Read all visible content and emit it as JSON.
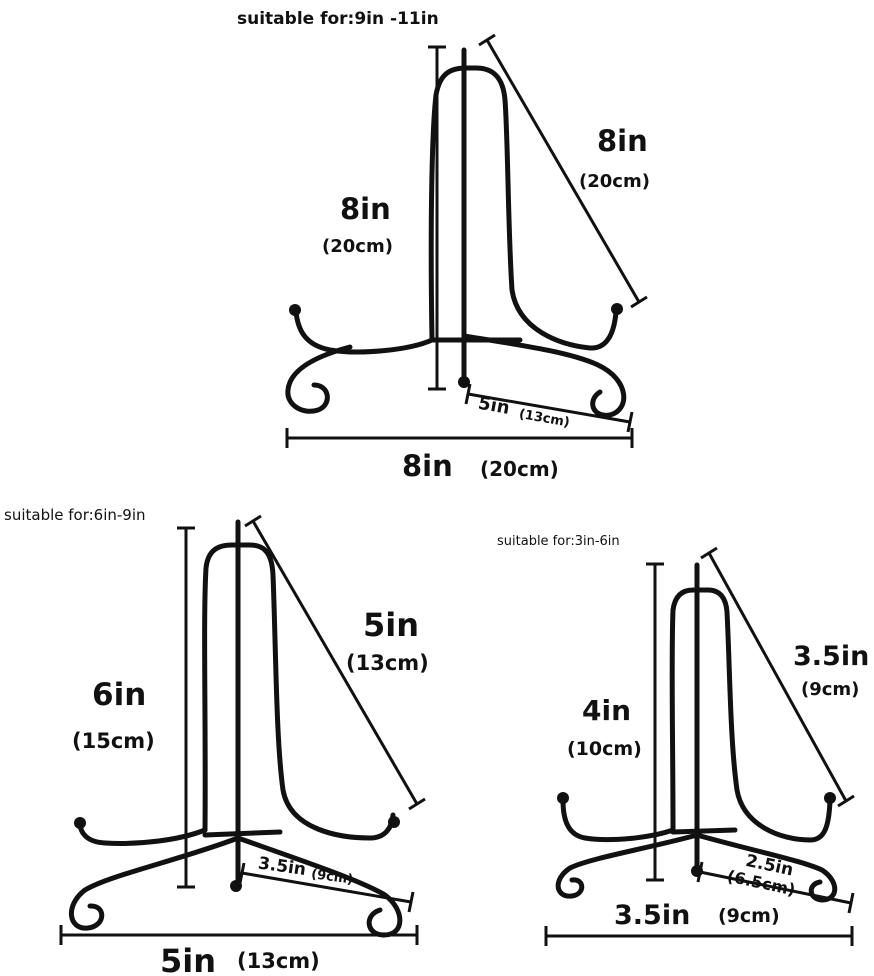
{
  "large": {
    "suitable": "suitable for:9in -11in",
    "height_in": "8in",
    "height_cm": "(20cm)",
    "back_in": "8in",
    "back_cm": "(20cm)",
    "depth_in": "5in",
    "depth_cm": "(13cm)",
    "width_in": "8in",
    "width_cm": "(20cm)"
  },
  "medium": {
    "suitable": "suitable for:6in-9in",
    "height_in": "6in",
    "height_cm": "(15cm)",
    "back_in": "5in",
    "back_cm": "(13cm)",
    "depth_in": "3.5in",
    "depth_cm": "(9cm)",
    "width_in": "5in",
    "width_cm": "(13cm)"
  },
  "small": {
    "suitable": "suitable for:3in-6in",
    "height_in": "4in",
    "height_cm": "(10cm)",
    "back_in": "3.5in",
    "back_cm": "(9cm)",
    "depth_in": "2.5in",
    "depth_cm": "(6.5cm)",
    "width_in": "3.5in",
    "width_cm": "(9cm)"
  },
  "colors": {
    "stand": "#111111",
    "background": "#ffffff"
  }
}
